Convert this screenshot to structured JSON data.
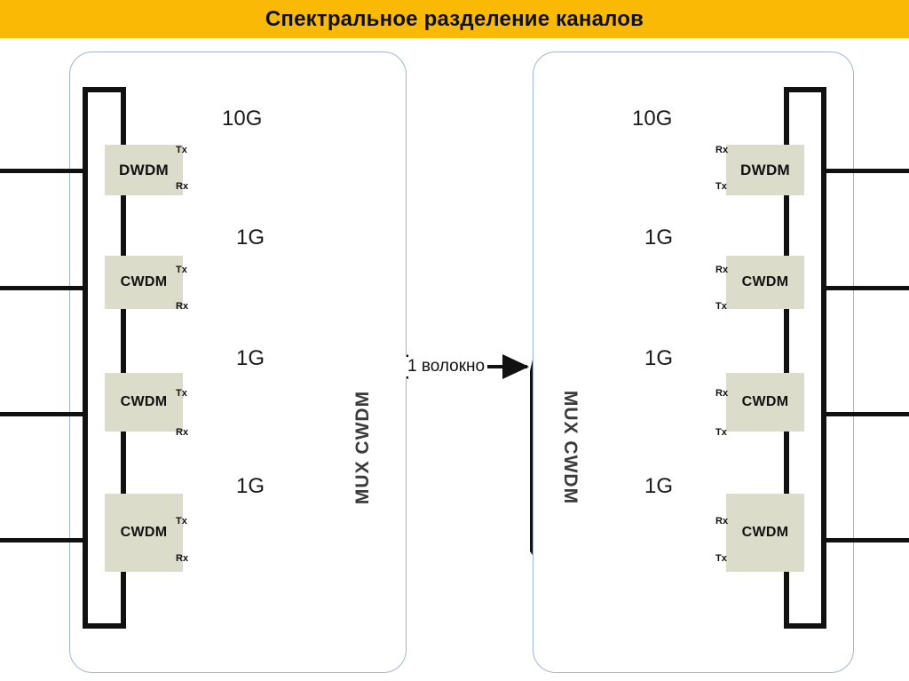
{
  "banner": {
    "title": "Спектральное разделение каналов",
    "background_color": "#F9B905",
    "text_color": "#111111"
  },
  "diagram": {
    "type": "optical-wdm-network-diagram",
    "center_link": {
      "label": "1 волокно",
      "arrow_style": "double-headed",
      "color": "#111111"
    },
    "mux_left": {
      "label": "MUX CWDM",
      "orientation": "bottom-to-top",
      "shape": "trapezoid",
      "color": "#111111"
    },
    "mux_right": {
      "label": "MUX CWDM",
      "orientation": "top-to-bottom",
      "shape": "trapezoid",
      "color": "#111111"
    },
    "left_site": {
      "devices": [
        {
          "label": "DWDM",
          "speed": "10G",
          "top_port": "Tx",
          "bottom_port": "Rx",
          "tx_color": "#6B6B6B",
          "rx_color": "#F2F200"
        },
        {
          "label": "CWDM",
          "speed": "1G",
          "top_port": "Tx",
          "bottom_port": "Rx",
          "tx_color": "#E020D0",
          "rx_color": "#F2A024"
        },
        {
          "label": "CWDM",
          "speed": "1G",
          "top_port": "Tx",
          "bottom_port": "Rx",
          "tx_color": "#1414D8",
          "rx_color": "#E01010"
        },
        {
          "label": "CWDM",
          "speed": "1G",
          "top_port": "Tx",
          "bottom_port": "Rx",
          "tx_color": "#2CC43C",
          "rx_color": "#8A5A2B"
        }
      ]
    },
    "right_site": {
      "devices": [
        {
          "label": "DWDM",
          "speed": "10G",
          "top_port": "Rx",
          "bottom_port": "Tx",
          "tx_color": "#6B6B6B",
          "rx_color": "#F2F200"
        },
        {
          "label": "CWDM",
          "speed": "1G",
          "top_port": "Rx",
          "bottom_port": "Tx",
          "tx_color": "#E020D0",
          "rx_color": "#F2A024"
        },
        {
          "label": "CWDM",
          "speed": "1G",
          "top_port": "Rx",
          "bottom_port": "Tx",
          "tx_color": "#1414D8",
          "rx_color": "#E01010"
        },
        {
          "label": "CWDM",
          "speed": "1G",
          "top_port": "Rx",
          "bottom_port": "Tx",
          "tx_color": "#2CC43C",
          "rx_color": "#8A5A2B"
        }
      ]
    },
    "colors": {
      "site_border": "#9FB6D4",
      "rail": "#111111",
      "device_fill": "#DCDCCB",
      "mux_text": "#3A3A3A"
    }
  }
}
